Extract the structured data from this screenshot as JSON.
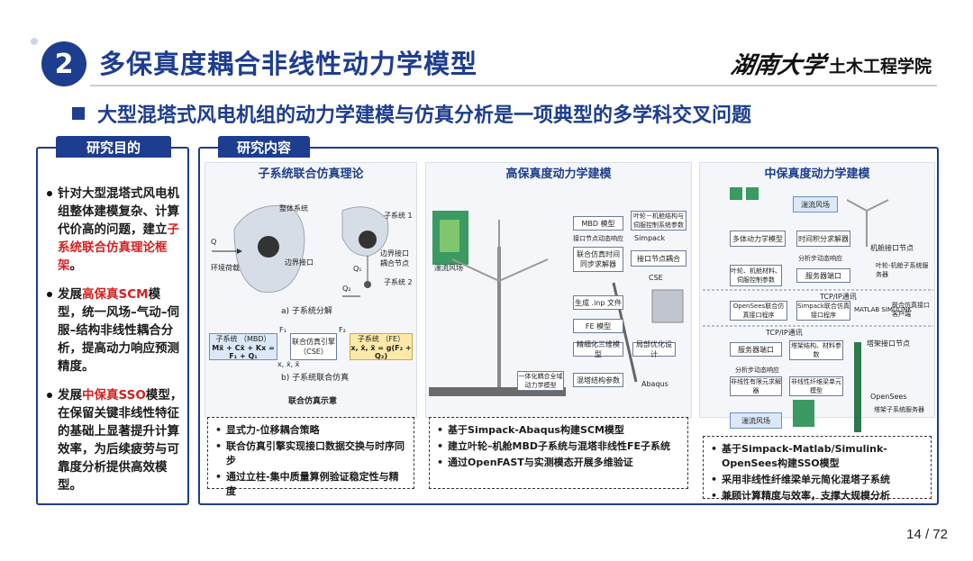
{
  "section_number": "2",
  "main_title": "多保真度耦合非线性动力学模型",
  "logo": {
    "script": "湖南大学",
    "school": "土木工程学院"
  },
  "subtitle": "大型混塔式风电机组的动力学建模与仿真分析是一项典型的多学科交叉问题",
  "left": {
    "tab": "研究目的",
    "bullets": [
      {
        "pre": "针对大型混塔式风电机组整体建模复杂、计算代价高的问题，建立",
        "hl": "子系统联合仿真理论框架",
        "post": "。"
      },
      {
        "pre": "发展",
        "hl": "高保真SCM",
        "post": "模型，统一风场–气动–伺服–结构非线性耦合分析，提高动力响应预测精度。"
      },
      {
        "pre": "发展",
        "hl": "中保真SSO",
        "post": "模型，在保留关键非线性特征的基础上显著提升计算效率，为后续疲劳与可靠度分析提供高效模型。"
      }
    ]
  },
  "right": {
    "tab": "研究内容",
    "panels": [
      {
        "title": "子系统联合仿真理论",
        "fig": {
          "whole_system": "整体系统",
          "sub1": "子系统 1",
          "sub2": "子系统 2",
          "q": "Q",
          "env_load": "环境荷载",
          "boundary": "边界接口",
          "coupling_node": "边界接口耦合节点",
          "q1": "Q₁",
          "q2": "Q₂",
          "cap_a": "a) 子系统分解",
          "mbd_title": "子系统 （MBD）",
          "mbd_eq": "Mẍ + Cẋ + Kx = F₁ + Q₁",
          "cse_title": "联合仿真引擎",
          "cse_sub": "（CSE）",
          "fe_title": "子系统 （FE）",
          "fe_eq": "x, ẋ, ẍ = g(F₂ + Q₂)",
          "f1": "F₁",
          "f2": "F₂",
          "xyz": "x, ẋ, ẍ",
          "cap_b": "b) 子系统联合仿真",
          "caption": "联合仿真示意"
        },
        "items": [
          "显式力-位移耦合策略",
          "联合仿真引擎实现接口数据交换与时序同步",
          "通过立柱-集中质量算例验证稳定性与精度"
        ]
      },
      {
        "title": "高保真度动力学建模",
        "fig": {
          "wind": "湍流风场",
          "mbd": "MBD 模型",
          "blade": "叶轮－机舱结构与伺服控制系统参数",
          "simpack": "Simpack",
          "interface_resp": "接口节点动态响应",
          "cse": "联合仿真时间同步求解器",
          "interface_couple": "接口节点耦合",
          "cse_tag": "CSE",
          "inp": "生成 .inp 文件",
          "fe": "FE 模型",
          "mesh": "精细化三维模型",
          "local": "局部优化设计",
          "material": "混塔结构参数",
          "abaqus": "Abaqus",
          "scm": "一体化耦合全域动力学模型"
        },
        "items": [
          "基于Simpack-Abaqus构建SCM模型",
          "建立叶轮–机舱MBD子系统与混塔非线性FE子系统",
          "通过OpenFAST与实测模态开展多维验证"
        ]
      },
      {
        "title": "中保真度动力学建模",
        "fig": {
          "wind": "湍流风场",
          "multibody": "多体动力学模型",
          "time_solver": "时间积分求解器",
          "node": "机舱接口节点",
          "params": "叶轮、机舱材料、伺服控制参数",
          "port": "服务器端口",
          "resp": "分析步动态响应",
          "server": "叶轮-机舱子系统服务器",
          "tcp1": "TCP/IP通讯",
          "opensees_if": "OpenSees联合仿真接口程序",
          "simpack_if": "Simpack联合仿真接口程序",
          "matlab": "MATLAB SIMULINK",
          "client": "联合仿真接口客户端",
          "tcp2": "TCP/IP通讯",
          "port2": "服务器端口",
          "tower_params": "塔架结构、材料参数",
          "resp2": "分析步动态响应",
          "nonlinear": "非线性有限元求解器",
          "beam": "非线性纤维梁单元模型",
          "tower_node": "塔架接口节点",
          "opensees": "OpenSees",
          "tower_sub": "塔架子系统服务器",
          "wind2": "湍流风场"
        },
        "items": [
          "基于Simpack-Matlab/Simulink-OpenSees构建SSO模型",
          "采用非线性纤维梁单元简化混塔子系统",
          "兼顾计算精度与效率，支撑大规模分析"
        ]
      }
    ]
  },
  "page": "14 / 72",
  "colors": {
    "primary": "#1d3d8f",
    "highlight": "#d6201f"
  }
}
